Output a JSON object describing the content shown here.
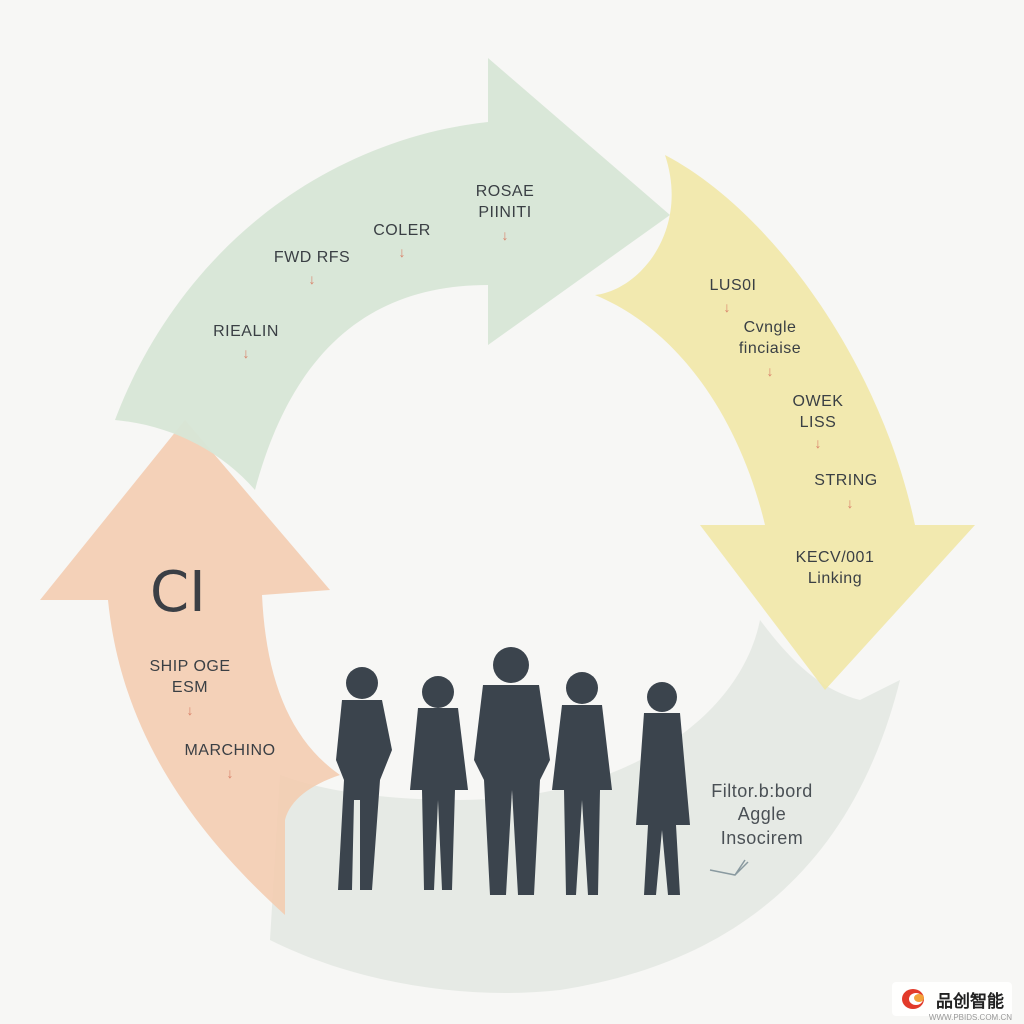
{
  "diagram": {
    "colors": {
      "green_arrow": "#d7e6d6",
      "yellow_arrow": "#f1e7a8",
      "orange_arrow": "#f3cdb2",
      "grey_arrow": "#e3e8e2",
      "people": "#3b444d"
    },
    "abbreviation": "CI",
    "green_labels": [
      "RIEALIN",
      "FWD RFS",
      "COLER",
      "ROSAE\nPIINITI"
    ],
    "yellow_labels": [
      "LUS0I",
      "Cvngle\nfinciaise",
      "OWEK\nLISS",
      "STRING",
      "KECV/001\nLinking"
    ],
    "orange_labels": [
      "SHIP OGE\nESM",
      "MARCHINO"
    ],
    "grey_labels": [
      "Filtor.b:bord\nAggle\nInsocirem"
    ],
    "people_icon": "people-group-silhouette-icon"
  },
  "watermark": {
    "text": "品创智能",
    "subtext": "WWW.PBIDS.COM.CN",
    "logo": "brand-logo-icon"
  }
}
